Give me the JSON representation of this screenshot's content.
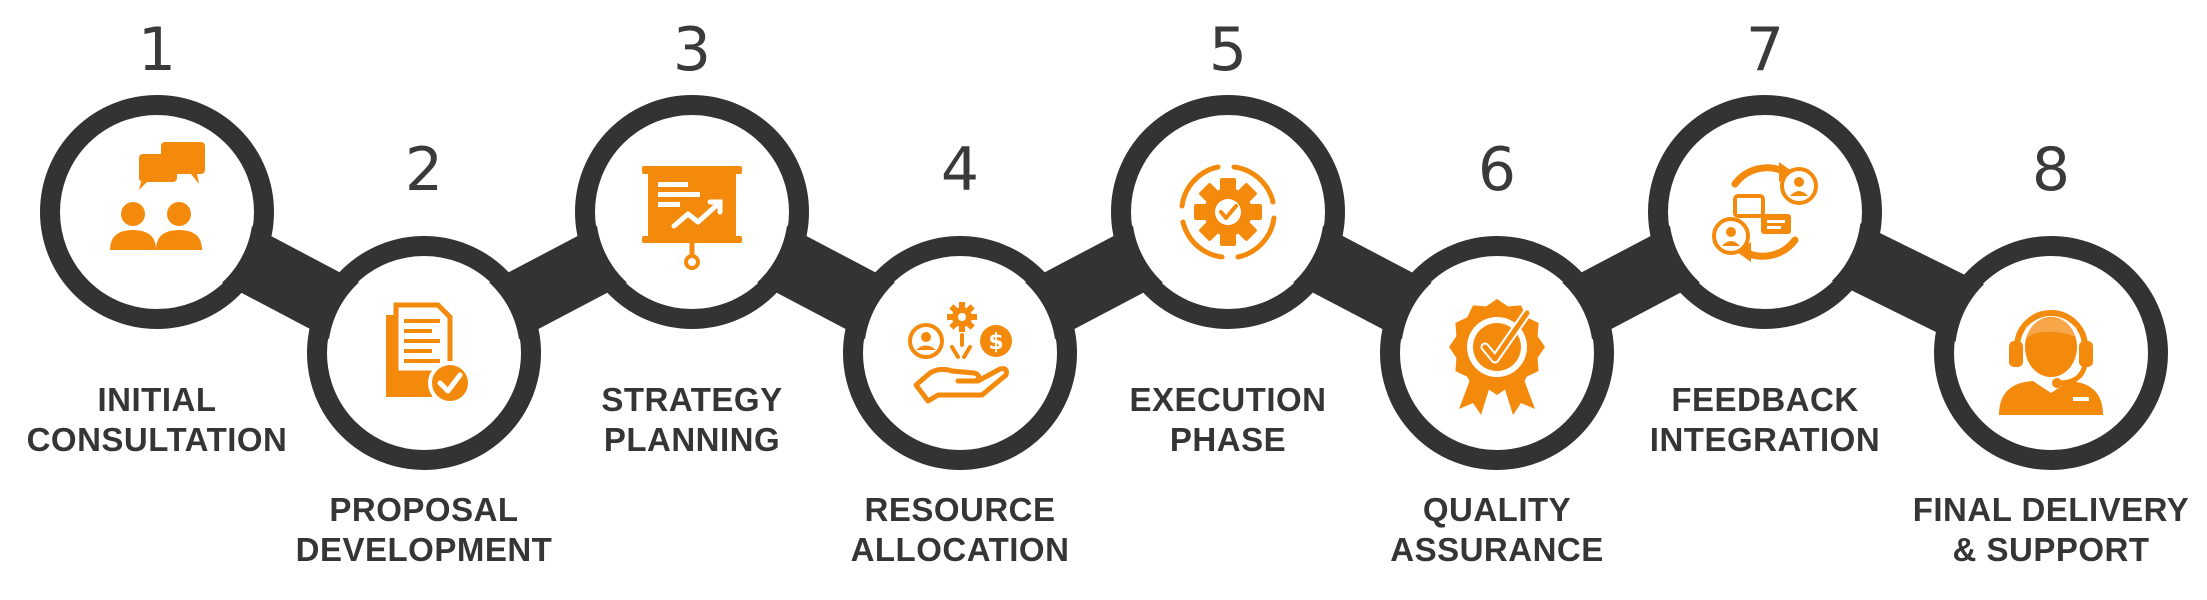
{
  "accent_color": "#F48A0C",
  "ring_color": "#333333",
  "text_color": "#353535",
  "steps": [
    {
      "number": "1",
      "label_lines": [
        "INITIAL",
        "CONSULTATION"
      ],
      "icon": "consultation-chat-icon"
    },
    {
      "number": "2",
      "label_lines": [
        "PROPOSAL",
        "DEVELOPMENT"
      ],
      "icon": "proposal-document-icon"
    },
    {
      "number": "3",
      "label_lines": [
        "STRATEGY",
        "PLANNING"
      ],
      "icon": "strategy-presentation-icon"
    },
    {
      "number": "4",
      "label_lines": [
        "RESOURCE",
        "ALLOCATION"
      ],
      "icon": "resource-hand-icon"
    },
    {
      "number": "5",
      "label_lines": [
        "EXECUTION",
        "PHASE"
      ],
      "icon": "execution-gear-icon"
    },
    {
      "number": "6",
      "label_lines": [
        "QUALITY",
        "ASSURANCE"
      ],
      "icon": "quality-badge-icon"
    },
    {
      "number": "7",
      "label_lines": [
        "FEEDBACK",
        "INTEGRATION"
      ],
      "icon": "feedback-cycle-icon"
    },
    {
      "number": "8",
      "label_lines": [
        "FINAL DELIVERY",
        "& SUPPORT"
      ],
      "icon": "support-headset-icon"
    }
  ]
}
